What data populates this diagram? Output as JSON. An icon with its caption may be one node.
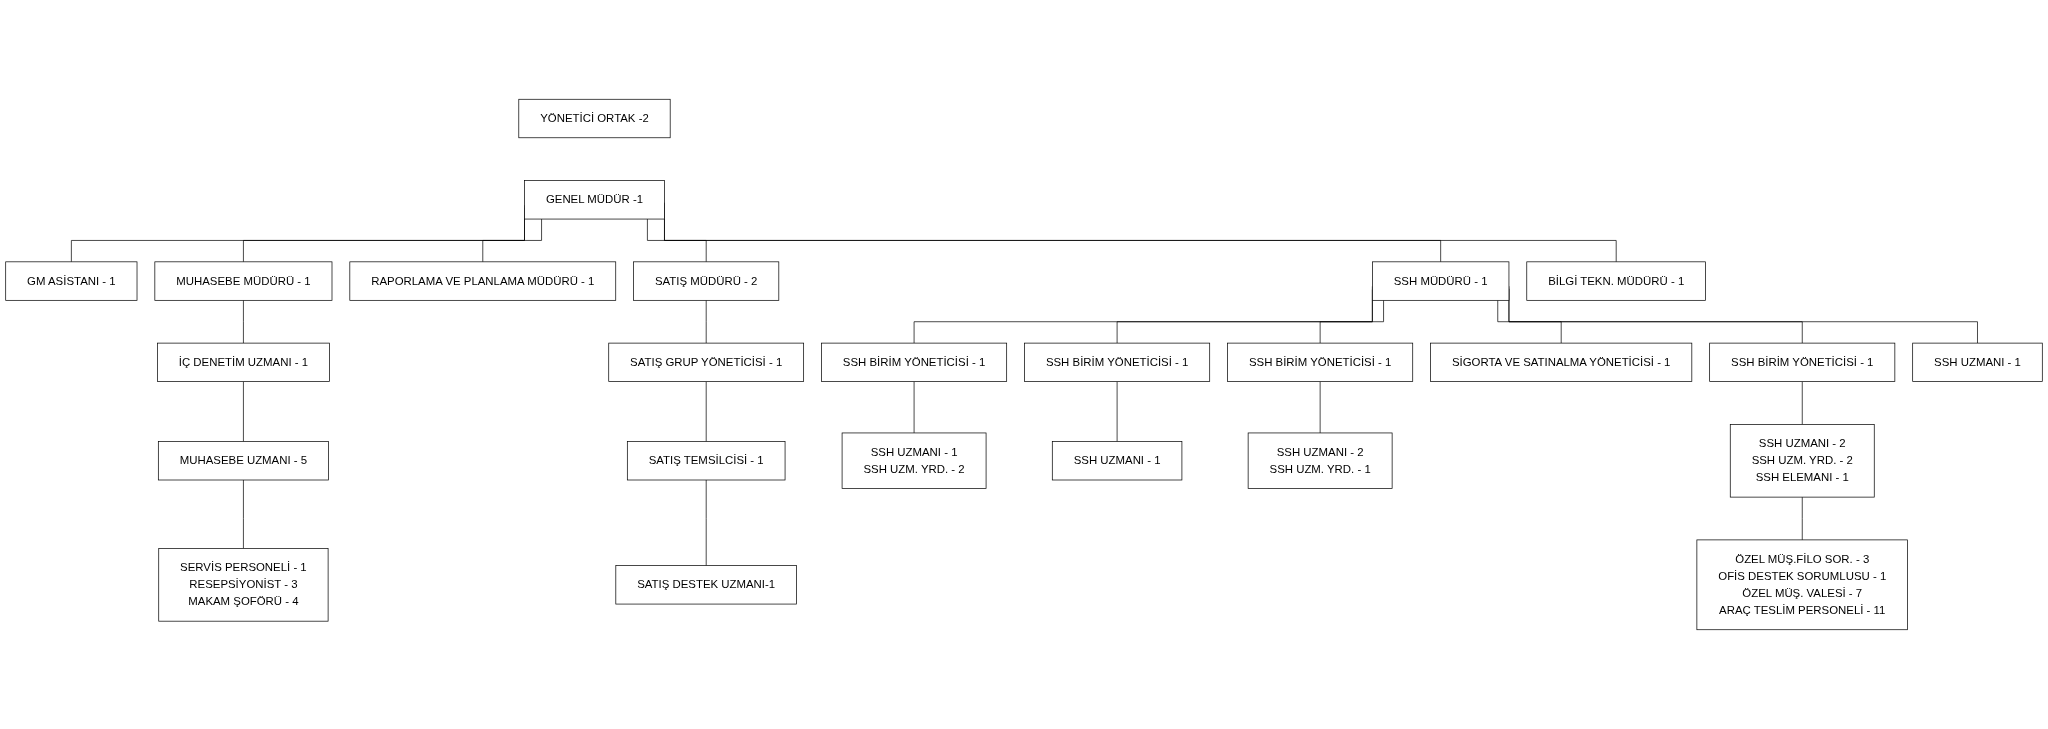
{
  "diagram": {
    "nodes": [
      {
        "text": [
          "YÖNETİCİ ORTAK -2"
        ]
      },
      {
        "text": [
          "GENEL MÜDÜR -1"
        ]
      },
      {
        "text": [
          "GM ASİSTANI - 1"
        ]
      },
      {
        "text": [
          "MUHASEBE MÜDÜRÜ - 1"
        ]
      },
      {
        "text": [
          "RAPORLAMA VE PLANLAMA MÜDÜRÜ - 1"
        ]
      },
      {
        "text": [
          "SATIŞ MÜDÜRÜ - 2"
        ]
      },
      {
        "text": [
          "SSH MÜDÜRÜ - 1"
        ]
      },
      {
        "text": [
          "BİLGİ TEKN. MÜDÜRÜ - 1"
        ]
      },
      {
        "text": [
          "SATIŞ GRUP YÖNETİCİSİ - 1"
        ]
      },
      {
        "text": [
          "SSH BİRİM YÖNETİCİSİ - 1"
        ]
      },
      {
        "text": [
          "SSH BİRİM YÖNETİCİSİ - 1"
        ]
      },
      {
        "text": [
          "SSH BİRİM YÖNETİCİSİ - 1"
        ]
      },
      {
        "text": [
          "SSH BİRİM YÖNETİCİSİ - 1"
        ]
      },
      {
        "text": [
          "SİGORTA VE SATINALMA YÖNETİCİSİ - 1"
        ]
      },
      {
        "text": [
          "SATIŞ TEMSİLCİSİ - 1"
        ]
      },
      {
        "text": [
          "İÇ DENETİM UZMANI - 1"
        ]
      },
      {
        "text": [
          "SSH UZMANI - 2",
          "SSH UZM. YRD. - 2",
          "SSH ELEMANI - 1"
        ]
      },
      {
        "text": [
          "SSH UZMANI - 1",
          "SSH UZM. YRD. - 2"
        ]
      },
      {
        "text": [
          "SSH UZMANI - 1"
        ]
      },
      {
        "text": [
          "SSH UZMANI - 2",
          "SSH UZM. YRD. - 1"
        ]
      },
      {
        "text": [
          "SSH UZMANI - 1"
        ]
      },
      {
        "text": [
          "SATIŞ DESTEK UZMANI-1"
        ]
      },
      {
        "text": [
          "MUHASEBE UZMANI - 5"
        ]
      },
      {
        "text": [
          "ÖZEL MÜŞ.FİLO SOR. - 3",
          "OFİS DESTEK SORUMLUSU - 1",
          "ÖZEL MÜŞ. VALESİ - 7",
          "ARAÇ TESLİM PERSONELİ - 11"
        ]
      },
      {
        "text": [
          "SERVİS PERSONELİ - 1",
          "RESEPSİYONİST - 3",
          "MAKAM ŞOFÖRÜ - 4"
        ]
      }
    ],
    "edges": [
      {
        "from": 1,
        "to": 2,
        "arrow": "none"
      },
      {
        "from": 1,
        "to": 3,
        "arrow": "none"
      },
      {
        "from": 1,
        "to": 4,
        "arrow": "none"
      },
      {
        "from": 1,
        "to": 5,
        "arrow": "none"
      },
      {
        "from": 1,
        "to": 6,
        "arrow": "none"
      },
      {
        "from": 1,
        "to": 7,
        "arrow": "none"
      },
      {
        "from": 5,
        "to": 8,
        "arrow": "none"
      },
      {
        "from": 6,
        "to": 9,
        "arrow": "none"
      },
      {
        "from": 6,
        "to": 10,
        "arrow": "none"
      },
      {
        "from": 6,
        "to": 11,
        "arrow": "none"
      },
      {
        "from": 6,
        "to": 12,
        "arrow": "none"
      },
      {
        "from": 6,
        "to": 20,
        "arrow": "none"
      },
      {
        "from": 6,
        "to": 13,
        "arrow": "none"
      },
      {
        "from": 8,
        "to": 14,
        "arrow": "none"
      },
      {
        "from": 3,
        "to": 15,
        "arrow": "none"
      },
      {
        "from": 9,
        "to": 16,
        "arrow": "none"
      },
      {
        "from": 10,
        "to": 17,
        "arrow": "none"
      },
      {
        "from": 11,
        "to": 18,
        "arrow": "none"
      },
      {
        "from": 12,
        "to": 19,
        "arrow": "none"
      },
      {
        "from": 14,
        "to": 21,
        "arrow": "none"
      },
      {
        "from": 15,
        "to": 22,
        "arrow": "none"
      },
      {
        "from": 16,
        "to": 23,
        "arrow": "none"
      },
      {
        "from": 22,
        "to": 24,
        "arrow": "none"
      }
    ]
  }
}
